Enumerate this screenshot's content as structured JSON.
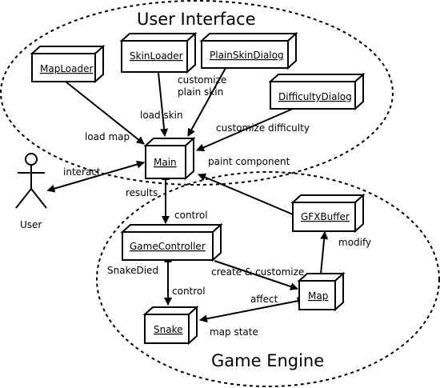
{
  "regions": {
    "ui_title": "User Interface",
    "engine_title": "Game Engine"
  },
  "actor": {
    "label": "User"
  },
  "nodes": {
    "maploader": "MapLoader",
    "skinloader": "SkinLoader",
    "plainskindialog": "PlainSkinDialog",
    "difficultydialog": "DifficultyDialog",
    "main": "Main",
    "gfxbuffer": "GFXBuffer",
    "gamecontroller": "GameController",
    "map": "Map",
    "snake": "Snake"
  },
  "edges": {
    "load_map": "load map",
    "load_skin": "load skin",
    "customize_plain_skin_1": "customize",
    "customize_plain_skin_2": "plain skin",
    "customize_difficulty": "customize difficulty",
    "paint_component": "paint component",
    "interact": "interact",
    "results": "results",
    "control_main": "control",
    "modify": "modify",
    "snake_died": "SnakeDied",
    "create_customize": "create & customize",
    "control_snake": "control",
    "affect": "affect",
    "map_state": "map state"
  }
}
